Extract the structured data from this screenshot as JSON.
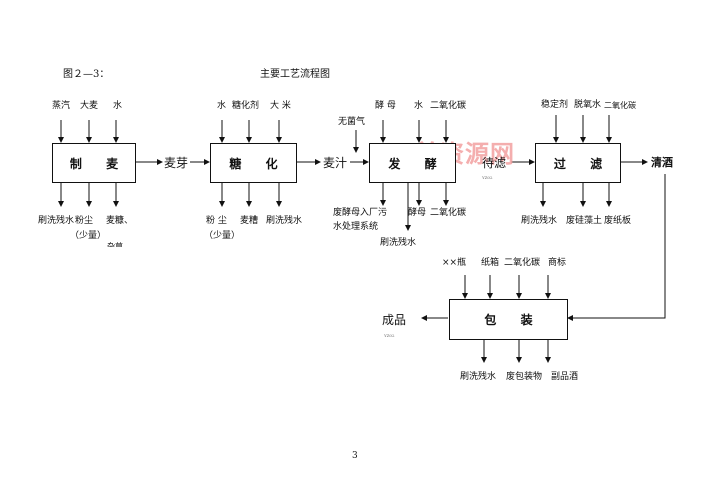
{
  "header": {
    "figure_label": "图２—3：",
    "title": "主要工艺流程图"
  },
  "process_boxes": [
    {
      "id": "malting",
      "label": "制  麦"
    },
    {
      "id": "saccharification",
      "label": "糖  化"
    },
    {
      "id": "fermentation",
      "label": "发  酵"
    },
    {
      "id": "filtration",
      "label": "过  滤"
    },
    {
      "id": "packaging",
      "label": "包  装"
    }
  ],
  "inputs": {
    "malting": [
      "蒸汽",
      "大麦",
      "水"
    ],
    "saccharification": [
      "水",
      "糖化剂",
      "大  米"
    ],
    "fermentation_top": [
      "酵  母",
      "水",
      "二氧化碳"
    ],
    "fermentation_side": "无菌气",
    "filtration": [
      "稳定剂",
      "脱氧水",
      "二氧化碳"
    ],
    "packaging": [
      "××瓶",
      "纸箱",
      "二氧化碳",
      "商标"
    ]
  },
  "outputs": {
    "malting": [
      "刷洗残水",
      "粉尘",
      "麦糠、"
    ],
    "malting_note": "（少量）",
    "malting_note_cut": "杂草",
    "saccharification": [
      "粉  尘",
      "麦糟",
      "刷洗残水"
    ],
    "saccharification_note": "（少量）",
    "fermentation": [
      "废酵母入厂污",
      "水处理系统",
      "酵母",
      "二氧化碳",
      "刷洗残水"
    ],
    "filtration": [
      "刷洗残水",
      "废硅藻土",
      "废纸板"
    ],
    "packaging": [
      "刷洗残水",
      "废包装物",
      "副品酒"
    ]
  },
  "intermediates": {
    "malt": "麦芽",
    "wort": "麦汁",
    "to_filter": "待滤",
    "clear_beer": "清酒",
    "product": "成品",
    "note_tiny": "YZ02"
  },
  "page_number": "3",
  "watermark": "天美资源网"
}
